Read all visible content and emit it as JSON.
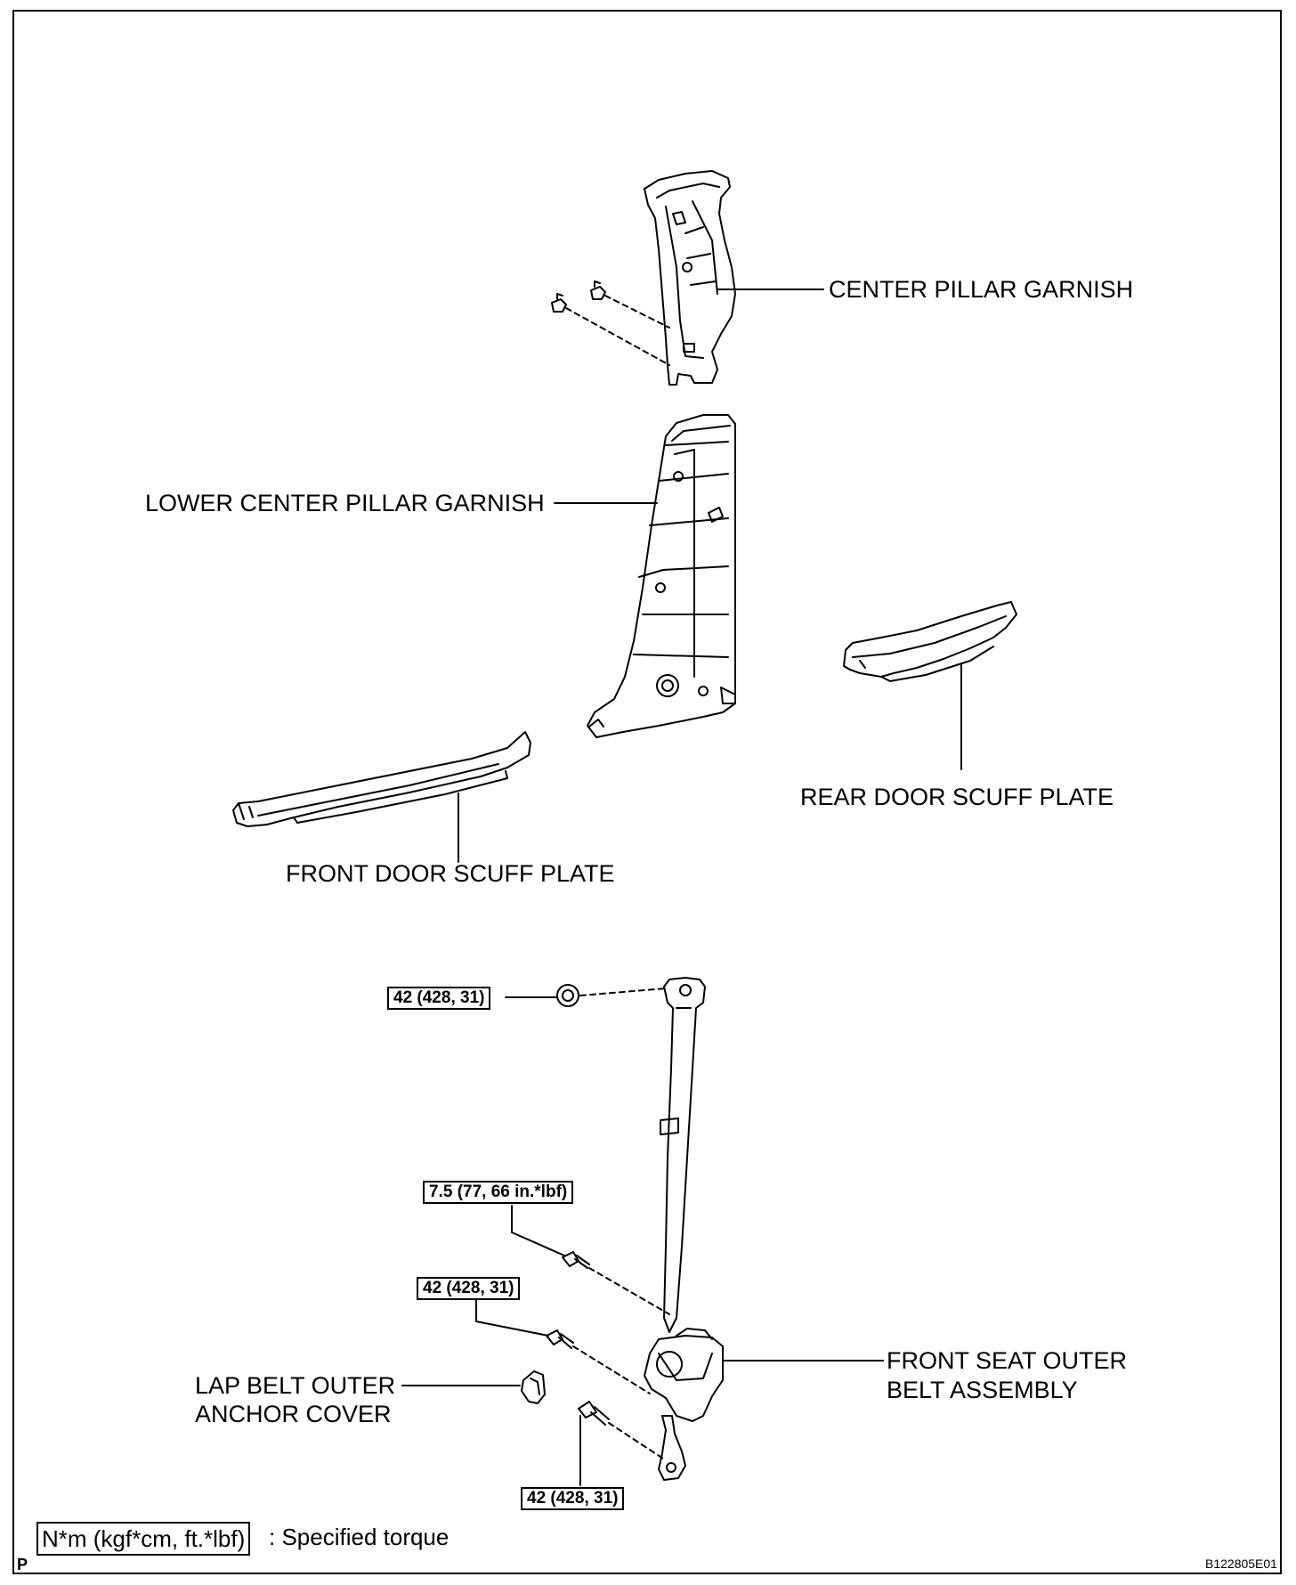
{
  "labels": {
    "center_pillar_garnish": "CENTER PILLAR GARNISH",
    "lower_center_pillar_garnish": "LOWER CENTER PILLAR GARNISH",
    "rear_door_scuff_plate": "REAR DOOR SCUFF PLATE",
    "front_door_scuff_plate": "FRONT DOOR SCUFF PLATE",
    "front_seat_outer_belt_line1": "FRONT SEAT OUTER",
    "front_seat_outer_belt_line2": "BELT ASSEMBLY",
    "lap_belt_cover_line1": "LAP BELT OUTER",
    "lap_belt_cover_line2": "ANCHOR COVER"
  },
  "torques": {
    "upper_anchor_nut": "42 (428, 31)",
    "retractor_upper_bolt": "7.5 (77, 66 in.*lbf)",
    "retractor_lower_bolt": "42 (428, 31)",
    "floor_anchor_bolt": "42 (428, 31)"
  },
  "legend": {
    "box_text": "N*m (kgf*cm, ft.*lbf)",
    "description": ": Specified torque"
  },
  "corner_mark": "P",
  "figure_code": "B122805E01"
}
